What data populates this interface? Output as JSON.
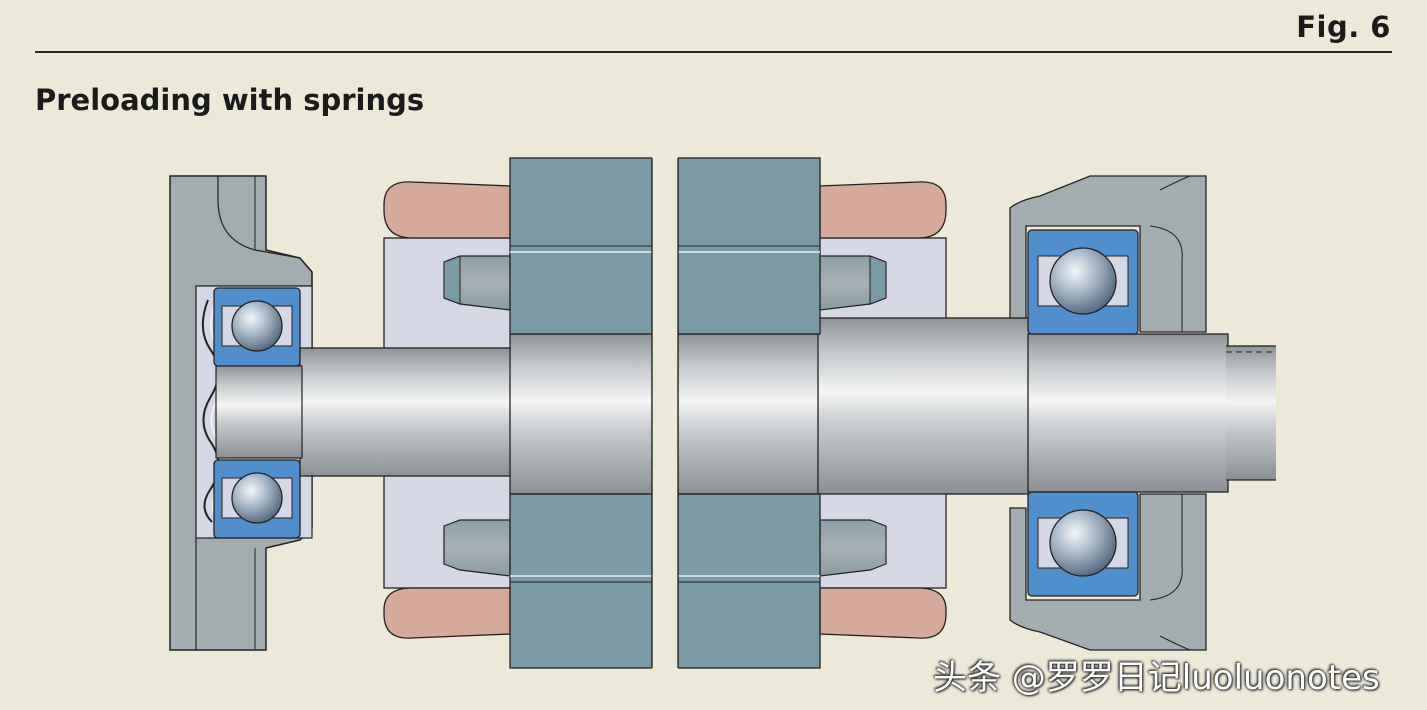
{
  "header": {
    "figure_label": "Fig. 6",
    "title": "Preloading with springs"
  },
  "watermark": {
    "text": "头条 @罗罗日记luoluonotes"
  },
  "colors": {
    "background": "#ece9d8",
    "housing": "#a3acaf",
    "bore_light": "#d5d8e4",
    "stator": "#7a9ba6",
    "winding": "#d7a99b",
    "bearing_ring": "#4f8fcb",
    "shaft": "#b4b9bb"
  },
  "diagram": {
    "components": [
      "left-housing",
      "left-ball-bearing",
      "wave-spring",
      "shaft",
      "stator-core",
      "end-windings",
      "right-housing",
      "right-ball-bearing"
    ]
  }
}
